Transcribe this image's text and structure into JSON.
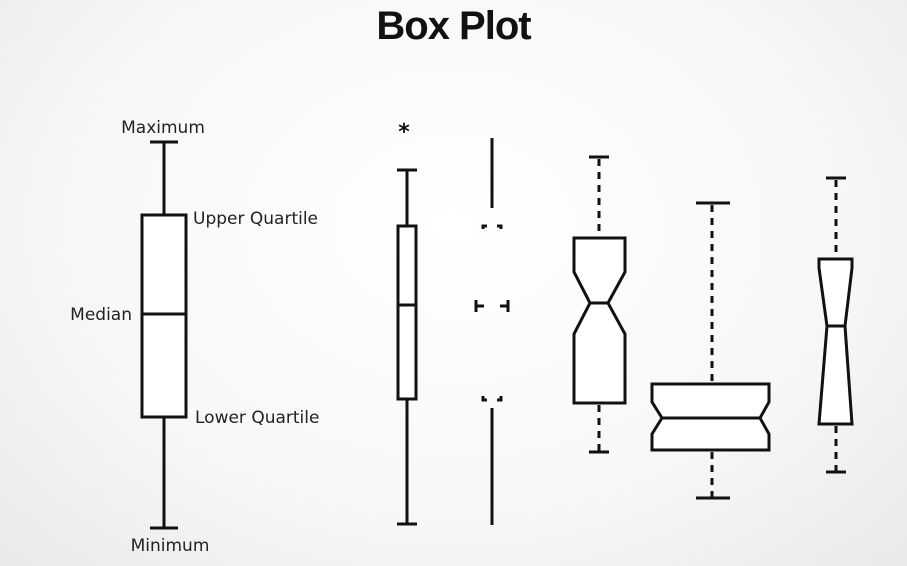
{
  "title": "Box Plot",
  "labels": {
    "maximum": "Maximum",
    "upper_quartile": "Upper Quartile",
    "median": "Median",
    "lower_quartile": "Lower Quartile",
    "minimum": "Minimum"
  },
  "outlier_symbol": "*"
}
